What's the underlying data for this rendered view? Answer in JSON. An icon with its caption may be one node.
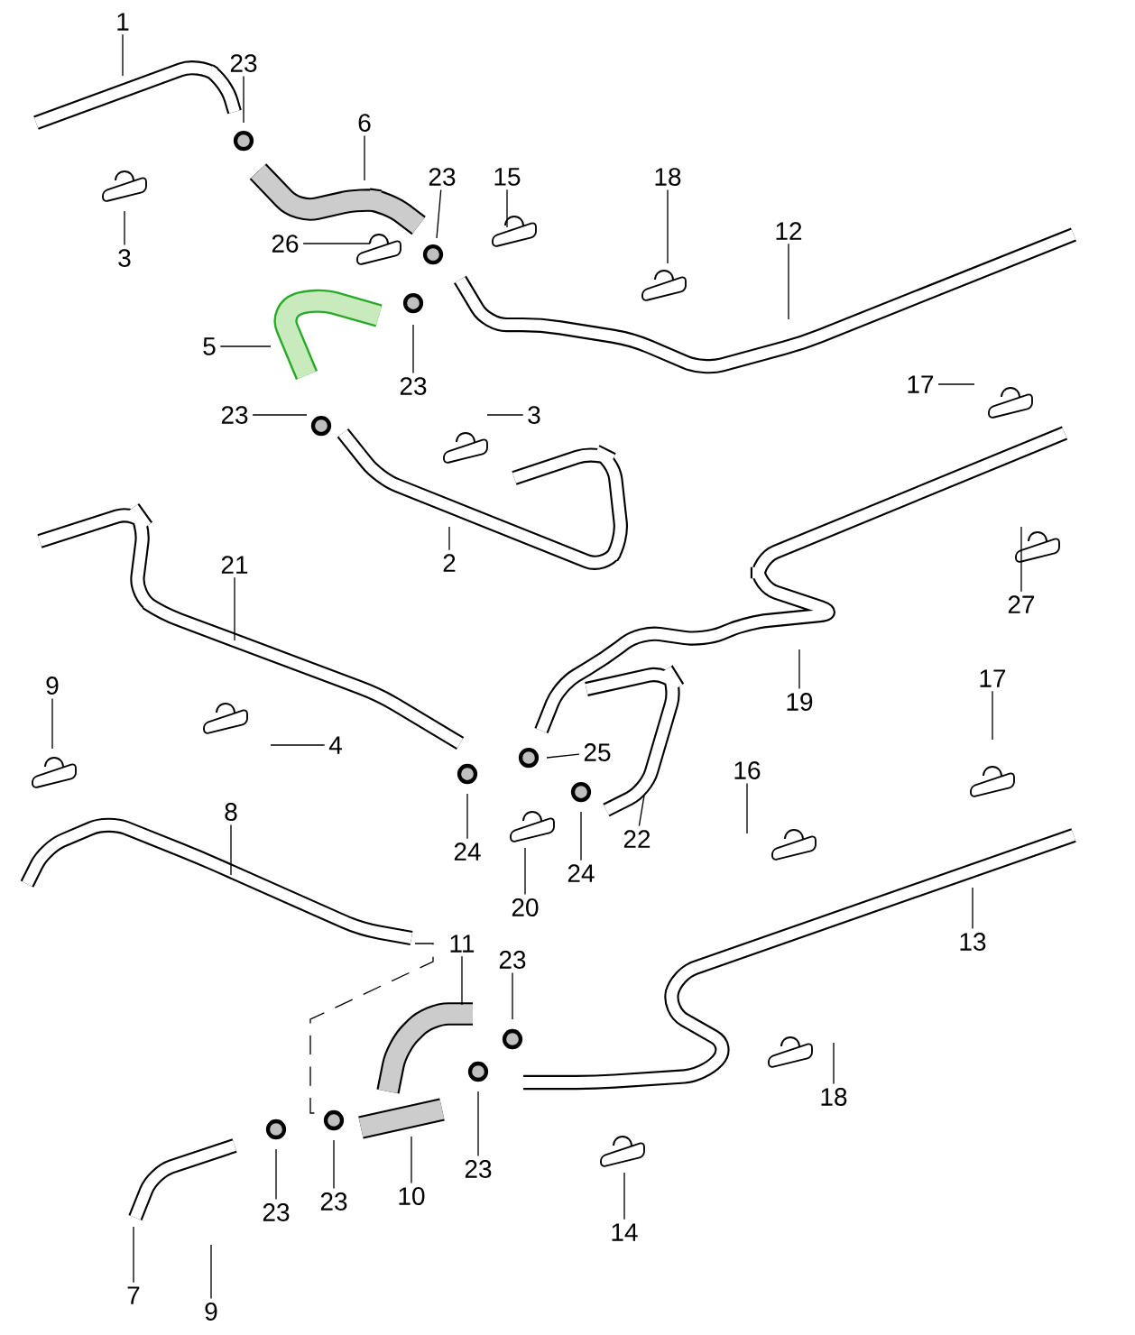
{
  "diagram": {
    "nodes": [
      {
        "text": [
          "1"
        ]
      },
      {
        "text": [
          "23"
        ]
      },
      {
        "text": [
          "6"
        ]
      },
      {
        "text": [
          "23"
        ]
      },
      {
        "text": [
          "15"
        ]
      },
      {
        "text": [
          "18"
        ]
      },
      {
        "text": [
          "12"
        ]
      },
      {
        "text": [
          "3"
        ]
      },
      {
        "text": [
          "26"
        ]
      },
      {
        "text": [
          "5"
        ]
      },
      {
        "text": [
          "23"
        ]
      },
      {
        "text": [
          "17"
        ]
      },
      {
        "text": [
          "23"
        ]
      },
      {
        "text": [
          "3"
        ]
      },
      {
        "text": [
          "2"
        ]
      },
      {
        "text": [
          "27"
        ]
      },
      {
        "text": [
          "21"
        ]
      },
      {
        "text": [
          "19"
        ]
      },
      {
        "text": [
          "9"
        ]
      },
      {
        "text": [
          "4"
        ]
      },
      {
        "text": [
          "25"
        ]
      },
      {
        "text": [
          "17"
        ]
      },
      {
        "text": [
          "16"
        ]
      },
      {
        "text": [
          "8"
        ]
      },
      {
        "text": [
          "24"
        ]
      },
      {
        "text": [
          "22"
        ]
      },
      {
        "text": [
          "24"
        ]
      },
      {
        "text": [
          "20"
        ]
      },
      {
        "text": [
          "13"
        ]
      },
      {
        "text": [
          "11"
        ]
      },
      {
        "text": [
          "23"
        ]
      },
      {
        "text": [
          "23"
        ]
      },
      {
        "text": [
          "23"
        ]
      },
      {
        "text": [
          "10"
        ]
      },
      {
        "text": [
          "23"
        ]
      },
      {
        "text": [
          "18"
        ]
      },
      {
        "text": [
          "14"
        ]
      },
      {
        "text": [
          "7"
        ]
      },
      {
        "text": [
          "9"
        ]
      }
    ],
    "edges": [
      {
        "from": 0,
        "to": null,
        "arrow": "none"
      },
      {
        "from": 1,
        "to": null,
        "arrow": "none"
      },
      {
        "from": 2,
        "to": null,
        "arrow": "none"
      },
      {
        "from": 3,
        "to": null,
        "arrow": "none"
      },
      {
        "from": 4,
        "to": null,
        "arrow": "none"
      },
      {
        "from": 5,
        "to": null,
        "arrow": "none"
      },
      {
        "from": 6,
        "to": null,
        "arrow": "none"
      },
      {
        "from": 7,
        "to": null,
        "arrow": "none"
      },
      {
        "from": 8,
        "to": null,
        "arrow": "none"
      },
      {
        "from": 9,
        "to": null,
        "arrow": "none"
      },
      {
        "from": 10,
        "to": null,
        "arrow": "none"
      },
      {
        "from": 11,
        "to": null,
        "arrow": "none"
      },
      {
        "from": 12,
        "to": null,
        "arrow": "none"
      },
      {
        "from": 13,
        "to": null,
        "arrow": "none"
      },
      {
        "from": 14,
        "to": null,
        "arrow": "none"
      },
      {
        "from": 15,
        "to": null,
        "arrow": "none"
      },
      {
        "from": 16,
        "to": null,
        "arrow": "none"
      },
      {
        "from": 17,
        "to": null,
        "arrow": "none"
      },
      {
        "from": 18,
        "to": null,
        "arrow": "none"
      },
      {
        "from": 19,
        "to": null,
        "arrow": "none"
      },
      {
        "from": 20,
        "to": null,
        "arrow": "none"
      },
      {
        "from": 21,
        "to": null,
        "arrow": "none"
      },
      {
        "from": 22,
        "to": null,
        "arrow": "none"
      },
      {
        "from": 23,
        "to": null,
        "arrow": "none"
      },
      {
        "from": 24,
        "to": null,
        "arrow": "none"
      },
      {
        "from": 25,
        "to": null,
        "arrow": "none"
      },
      {
        "from": 26,
        "to": null,
        "arrow": "none"
      },
      {
        "from": 27,
        "to": null,
        "arrow": "none"
      },
      {
        "from": 28,
        "to": null,
        "arrow": "none"
      },
      {
        "from": 29,
        "to": null,
        "arrow": "none"
      },
      {
        "from": 30,
        "to": null,
        "arrow": "none"
      },
      {
        "from": 31,
        "to": null,
        "arrow": "none"
      },
      {
        "from": 32,
        "to": null,
        "arrow": "none"
      },
      {
        "from": 33,
        "to": null,
        "arrow": "none"
      },
      {
        "from": 34,
        "to": null,
        "arrow": "none"
      },
      {
        "from": 35,
        "to": null,
        "arrow": "none"
      },
      {
        "from": 36,
        "to": null,
        "arrow": "none"
      },
      {
        "from": 37,
        "to": null,
        "arrow": "none"
      },
      {
        "from": 38,
        "to": null,
        "arrow": "none"
      }
    ]
  }
}
